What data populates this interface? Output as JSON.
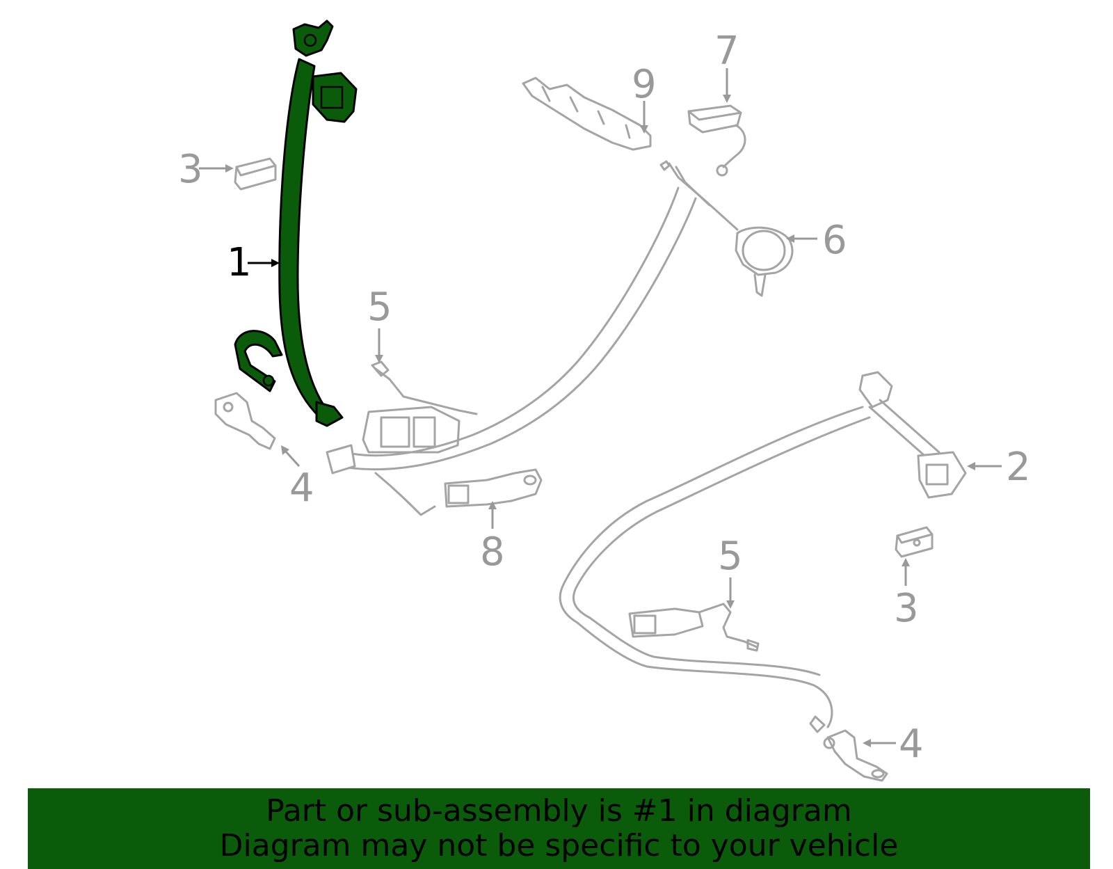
{
  "callouts": {
    "c1": "1",
    "c2": "2",
    "c3a": "3",
    "c3b": "3",
    "c4a": "4",
    "c4b": "4",
    "c5a": "5",
    "c5b": "5",
    "c6": "6",
    "c7": "7",
    "c8": "8",
    "c9": "9"
  },
  "banner": {
    "line1": "Part or sub-assembly is #1 in diagram",
    "line2": "Diagram may not be specific to your vehicle"
  },
  "colors": {
    "highlight": "#0a5c0a",
    "parts": "#a4a4a4",
    "labels": "#999999"
  }
}
